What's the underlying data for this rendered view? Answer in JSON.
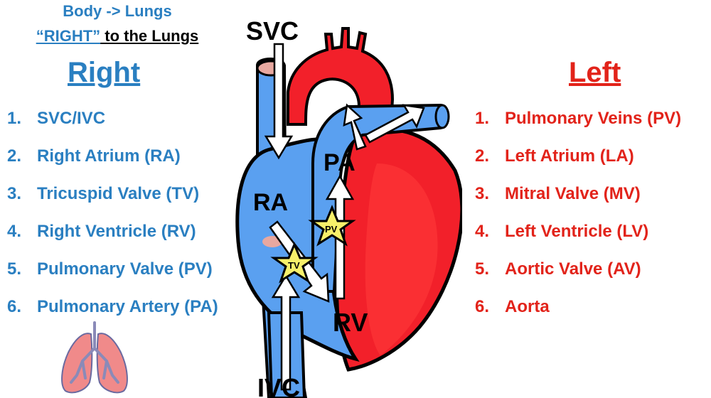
{
  "header": {
    "line1": "Body -> Lungs",
    "line2_quoted": "“RIGHT”",
    "line2_rest": " to the Lungs"
  },
  "right": {
    "title": "Right",
    "color": "#2a7fc1",
    "items": [
      {
        "num": "1.",
        "label": "SVC/IVC"
      },
      {
        "num": "2.",
        "label": "Right Atrium (RA)"
      },
      {
        "num": "3.",
        "label": "Tricuspid Valve (TV)"
      },
      {
        "num": "4.",
        "label": "Right Ventricle (RV)"
      },
      {
        "num": "5.",
        "label": "Pulmonary Valve (PV)"
      },
      {
        "num": "6.",
        "label": "Pulmonary Artery (PA)"
      }
    ]
  },
  "left": {
    "title": "Left",
    "color": "#e2231a",
    "items": [
      {
        "num": "1.",
        "label": "Pulmonary Veins (PV)"
      },
      {
        "num": "2.",
        "label": "Left Atrium (LA)"
      },
      {
        "num": "3.",
        "label": "Mitral Valve (MV)"
      },
      {
        "num": "4.",
        "label": "Left Ventricle (LV)"
      },
      {
        "num": "5.",
        "label": "Aortic Valve (AV)"
      },
      {
        "num": "6.",
        "label": "Aorta"
      }
    ]
  },
  "diagram": {
    "labels": {
      "svc": "SVC",
      "ivc": "IVC",
      "ra": "RA",
      "rv": "RV",
      "pa": "PA",
      "tv": "TV",
      "pv": "PV"
    },
    "colors": {
      "deoxygenated": "#5aa0f0",
      "oxygenated": "#f2202a",
      "outline": "#000000",
      "valve_star": "#f7f06a",
      "arrow": "#ffffff"
    },
    "icons": [
      "heart-diagram",
      "lungs-icon"
    ]
  }
}
